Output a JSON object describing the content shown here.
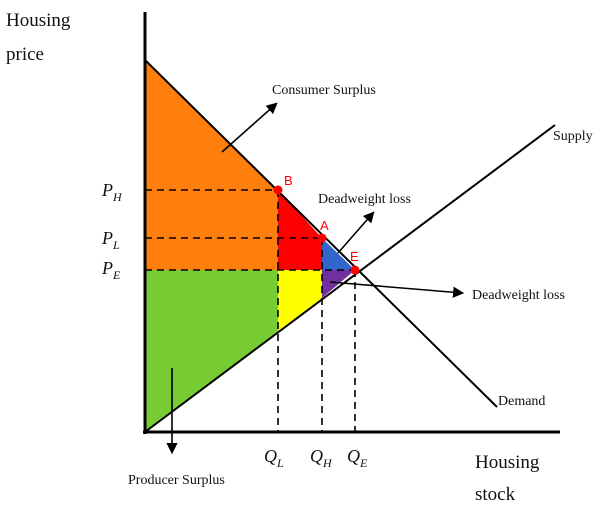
{
  "axes": {
    "y_title_line1": "Housing",
    "y_title_line2": "price",
    "x_title_line1": "Housing",
    "x_title_line2": "stock"
  },
  "price_levels": [
    {
      "main": "P",
      "sub": "H"
    },
    {
      "main": "P",
      "sub": "L"
    },
    {
      "main": "P",
      "sub": "E"
    }
  ],
  "quantity_levels": [
    {
      "main": "Q",
      "sub": "L"
    },
    {
      "main": "Q",
      "sub": "H"
    },
    {
      "main": "Q",
      "sub": "E"
    }
  ],
  "points": [
    "B",
    "A",
    "E"
  ],
  "curves": {
    "supply": "Supply",
    "demand": "Demand"
  },
  "annotations": {
    "consumer_surplus": "Consumer Surplus",
    "producer_surplus": "Producer Surplus",
    "deadweight_upper": "Deadweight loss",
    "deadweight_right": "Deadweight loss"
  },
  "colors": {
    "consumer_surplus": "#ff7f0e",
    "producer_surplus": "#77cc33",
    "transfer_red": "#ff0000",
    "transfer_yellow": "#ffff00",
    "deadweight_blue": "#3366cc",
    "deadweight_purple": "#7030a0",
    "point_marker": "#ff0000"
  }
}
